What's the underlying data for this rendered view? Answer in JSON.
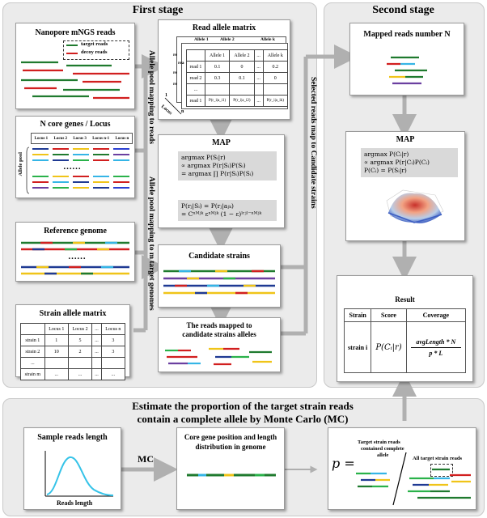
{
  "first_stage": {
    "title": "First stage",
    "nanopore": {
      "title": "Nanopore mNGS reads",
      "legend_target": "target reads",
      "legend_decoy": "decoy reads"
    },
    "core_genes": {
      "title": "N  core genes / Locus",
      "loci": [
        "Locus 1",
        "Locus 2",
        "Locus 3",
        "Locus n-1",
        "Locus n"
      ],
      "pool_label": "Allele pool",
      "dots": "……"
    },
    "reference": {
      "title": "Reference genome",
      "dots": "……"
    },
    "strain_matrix": {
      "title": "Strain allele  matrix",
      "header": [
        "",
        "Locus 1",
        "Locus 2",
        "...",
        "Locus n"
      ],
      "rows": [
        [
          "strain 1",
          "1",
          "5",
          "...",
          "3"
        ],
        [
          "strain 2",
          "10",
          "2",
          "...",
          "3"
        ],
        [
          "...",
          "",
          "",
          "",
          ""
        ],
        [
          "strain m",
          "...",
          "...",
          "...",
          "..."
        ]
      ]
    },
    "read_allele": {
      "title": "Read allele  matrix",
      "header": [
        "",
        "Allele 1",
        "Allele 2",
        "...",
        "Allele k"
      ],
      "rows": [
        [
          "read 1",
          "0.1",
          "0",
          "...",
          "0.2"
        ],
        [
          "read 2",
          "0.3",
          "0.1",
          "...",
          "0"
        ],
        [
          "...",
          "",
          "",
          "",
          ""
        ],
        [
          "read 1",
          "P(r_i|a_i1)",
          "P(r_i|a_i2)",
          "...",
          "P(r_i|a_ik)"
        ]
      ],
      "locus_label": "Locus",
      "n_label": "n",
      "one_label": "1",
      "back_headers": [
        "Allele 1",
        "Allele 2",
        "Allele k"
      ],
      "back_reads": [
        "re",
        "rea",
        "re",
        "re"
      ]
    },
    "map": {
      "title": "MAP",
      "lines": [
        "argmax P(Sᵢ|r)",
        "∝ argmax P(r|Sᵢ)P(Sᵢ)",
        "= argmax ∏ P(r|Sᵢ)P(Sᵢ)",
        "P(rⱼ|Sᵢ) = P(rⱼ|aⱼₖ)",
        "= Cⁿᴹʲᵏ εⁿᴹʲᵏ (1 − ε)ˡʳʲˡ⁻ⁿᴹʲᵏ"
      ]
    },
    "candidate": {
      "title": "Candidate strains"
    },
    "mapped_alleles": {
      "title_line1": "The reads mapped to",
      "title_line2": "candidate strains alleles"
    },
    "arrow_labels": {
      "pool_to_reads": "Allele pool mapping to reads",
      "pool_to_genomes": "Allele pool mapping to m target genomes"
    }
  },
  "second_stage": {
    "title": "Second stage",
    "mapped_reads": {
      "title": "Mapped reads number N"
    },
    "map": {
      "title": "MAP",
      "lines": [
        "argmax P(Cᵢ|r)",
        "∝ argmax P(r|Cᵢ)P(Cᵢ)",
        "P(Cᵢ) = P(Sᵢ|r)"
      ]
    },
    "result": {
      "title": "Result",
      "headers": [
        "Strain",
        "Score",
        "Coverage"
      ],
      "strain": "strain i",
      "score": "P(Cᵢ|r)",
      "cov_num": "avgLength * N",
      "cov_den": "p * L"
    },
    "vertical_label": "Selected reads map to Candidate strains"
  },
  "bottom": {
    "title_line1": "Estimate the proportion of the target strain reads",
    "title_line2": "contain a complete allele by Monte Carlo (MC)",
    "sample": {
      "title": "Sample reads length",
      "xlabel": "Reads length"
    },
    "mc_label": "MC",
    "core_gene": {
      "title_line1": "Core gene position and length",
      "title_line2": "distribution in genome"
    },
    "p_label": "p =",
    "numerator": [
      "Target strain reads",
      "contained complete",
      "allele"
    ],
    "denominator": "All target strain reads"
  },
  "colors": {
    "accent_blue": "#1f3a93",
    "green": "#1f7a2e",
    "red": "#d11f1f",
    "arrow": "#b0b0b0"
  }
}
